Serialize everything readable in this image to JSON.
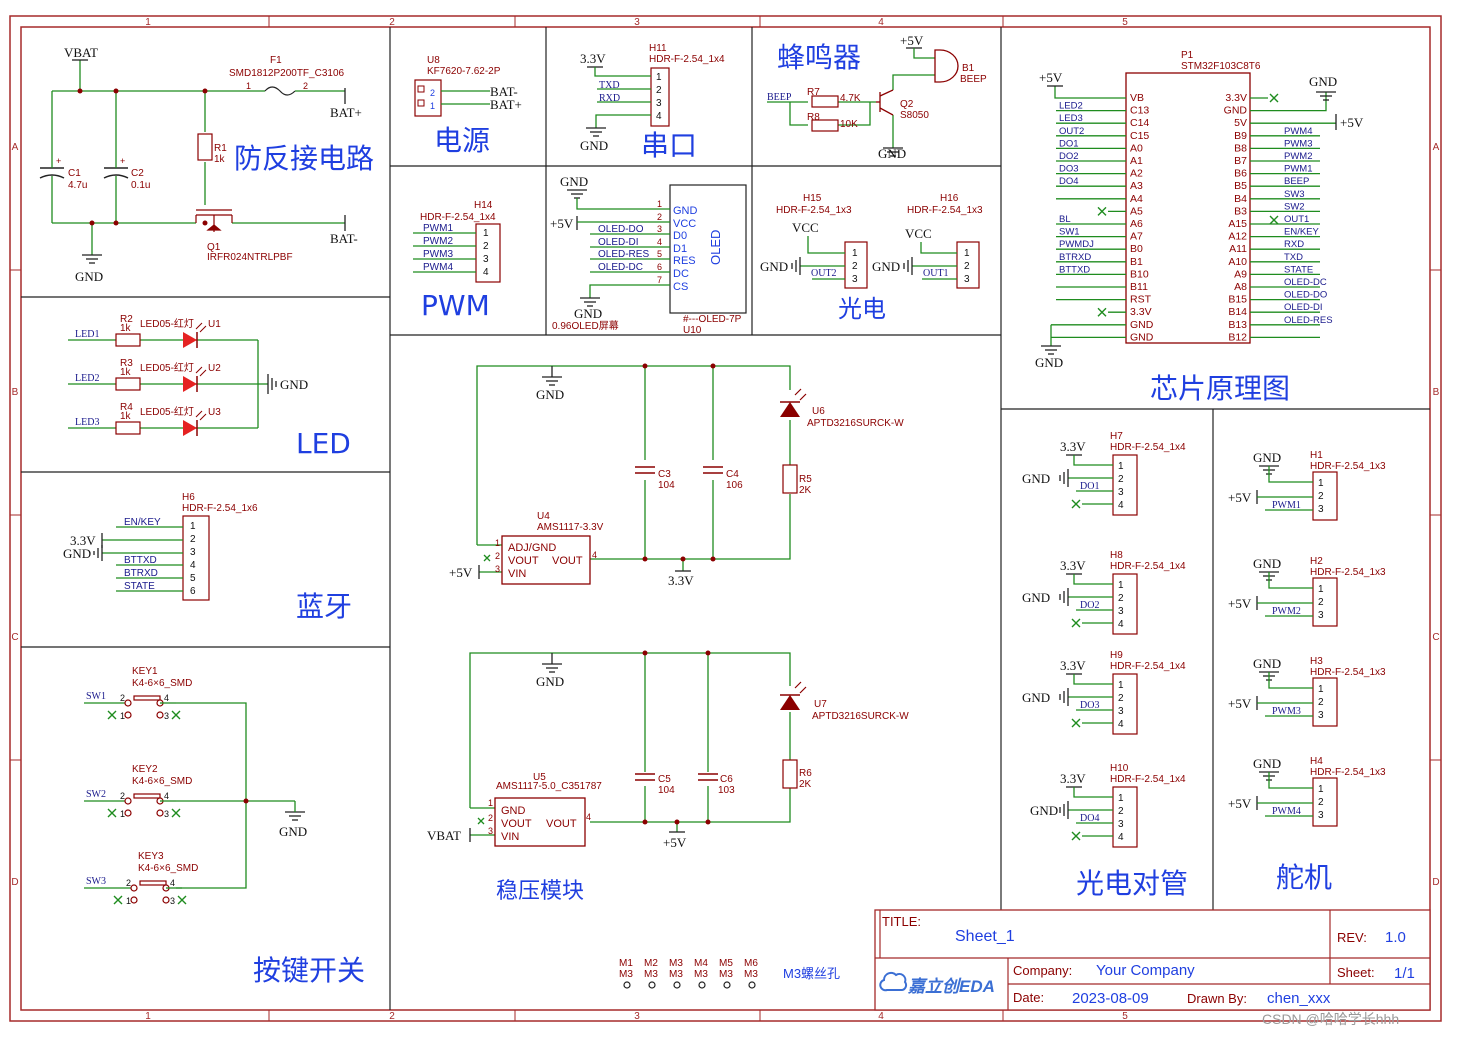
{
  "border": {
    "col_labels": [
      "1",
      "2",
      "3",
      "4",
      "5"
    ],
    "row_labels": [
      "A",
      "B",
      "C",
      "D"
    ]
  },
  "colors": {
    "frame": "#a52a2a",
    "wire": "#1f8c1f",
    "net": "#1f3fe0",
    "label": "#1a1a8c",
    "part": "#8b0000",
    "title": "#1f3fe0"
  },
  "blocks": {
    "anti_reverse": {
      "title": "防反接电路",
      "vbat": "VBAT",
      "gnd": "GND",
      "f1": {
        "ref": "F1",
        "value": "SMD1812P200TF_C3106",
        "pin1": "1",
        "pin2": "2"
      },
      "bat_plus": "BAT+",
      "bat_minus": "BAT-",
      "c1": {
        "ref": "C1",
        "value": "4.7u"
      },
      "c2": {
        "ref": "C2",
        "value": "0.1u"
      },
      "r1": {
        "ref": "R1",
        "value": "1k"
      },
      "q1": {
        "ref": "Q1",
        "value": "IRFR024NTRLPBF"
      }
    },
    "power": {
      "title": "电源",
      "ref": "U8",
      "value": "KF7620-7.62-2P",
      "pins": [
        "2",
        "1"
      ],
      "nets": [
        "BAT-",
        "BAT+"
      ]
    },
    "uart": {
      "title": "串口",
      "ref": "H11",
      "value": "HDR-F-2.54_1x4",
      "v33": "3.3V",
      "gnd": "GND",
      "nets": [
        "TXD",
        "RXD"
      ],
      "pins": [
        "1",
        "2",
        "3",
        "4"
      ]
    },
    "buzzer": {
      "title": "蜂鸣器",
      "v5": "+5V",
      "gnd": "GND",
      "b1": {
        "ref": "B1",
        "value": "BEEP"
      },
      "net": "BEEP",
      "r7": {
        "ref": "R7",
        "value": "4.7K"
      },
      "r8": {
        "ref": "R8",
        "value": "10K"
      },
      "q2": {
        "ref": "Q2",
        "value": "S8050"
      }
    },
    "pwm": {
      "title": "PWM",
      "ref": "H14",
      "value": "HDR-F-2.54_1x4",
      "nets": [
        "PWM1",
        "PWM2",
        "PWM3",
        "PWM4"
      ],
      "pins": [
        "1",
        "2",
        "3",
        "4"
      ]
    },
    "oled": {
      "gnd": "GND",
      "v5": "+5V",
      "nets": [
        "OLED-DO",
        "OLED-DI",
        "OLED-RES",
        "OLED-DC"
      ],
      "pins": [
        "1",
        "2",
        "3",
        "4",
        "5",
        "6",
        "7"
      ],
      "pin_names": [
        "GND",
        "VCC",
        "D0",
        "D1",
        "RES",
        "DC",
        "CS"
      ],
      "chip_label": "OLED",
      "caption": "0.96OLED屏幕",
      "ref2": "#---OLED-7P",
      "ref": "U10"
    },
    "photo": {
      "title": "光电",
      "h15": {
        "ref": "H15",
        "value": "HDR-F-2.54_1x3",
        "vcc": "VCC",
        "gnd": "GND",
        "net": "OUT2"
      },
      "h16": {
        "ref": "H16",
        "value": "HDR-F-2.54_1x3",
        "vcc": "VCC",
        "gnd": "GND",
        "net": "OUT1"
      },
      "pins": [
        "1",
        "2",
        "3"
      ]
    },
    "mcu": {
      "title": "芯片原理图",
      "ref": "P1",
      "value": "STM32F103C8T6",
      "v5": "+5V",
      "gnd": "GND",
      "gnd2": "GND",
      "v5r": "+5V",
      "left_nets": [
        "LED1",
        "LED2",
        "LED3",
        "OUT2",
        "DO1",
        "DO2",
        "DO3",
        "DO4",
        "",
        "RST",
        "BL",
        "SW1",
        "PWMDJ",
        "BTRXD",
        "BTTXD",
        "",
        "",
        "",
        ""
      ],
      "left_pins": [
        "VB",
        "C13",
        "C14",
        "C15",
        "A0",
        "A1",
        "A2",
        "A3",
        "A4",
        "A5",
        "A6",
        "A7",
        "B0",
        "B1",
        "B10",
        "B11",
        "RST",
        "3.3V",
        "GND",
        "GND"
      ],
      "right_pins": [
        "3.3V",
        "GND",
        "5V",
        "B9",
        "B8",
        "B7",
        "B6",
        "B5",
        "B4",
        "B3",
        "A15",
        "A12",
        "A11",
        "A10",
        "A9",
        "A8",
        "B15",
        "B14",
        "B13",
        "B12"
      ],
      "right_nets": [
        "",
        "",
        "",
        "PWM4",
        "PWM3",
        "PWM2",
        "PWM1",
        "BEEP",
        "SW3",
        "SW2",
        "OUT1",
        "EN/KEY",
        "RXD",
        "TXD",
        "STATE",
        "OLED-DC",
        "OLED-DO",
        "OLED-DI",
        "OLED-RES"
      ]
    },
    "led": {
      "title": "LED",
      "gnd": "GND",
      "rows": [
        {
          "net": "LED1",
          "r": "R2",
          "rv": "1k",
          "part": "LED05-红灯",
          "u": "U1"
        },
        {
          "net": "LED2",
          "r": "R3",
          "rv": "1k",
          "part": "LED05-红灯",
          "u": "U2"
        },
        {
          "net": "LED3",
          "r": "R4",
          "rv": "1k",
          "part": "LED05-红灯",
          "u": "U3"
        }
      ]
    },
    "bluetooth": {
      "title": "蓝牙",
      "ref": "H6",
      "value": "HDR-F-2.54_1x6",
      "v33": "3.3V",
      "gnd": "GND",
      "nets": [
        "EN/KEY",
        "BTTXD",
        "BTRXD",
        "STATE"
      ],
      "pins": [
        "1",
        "2",
        "3",
        "4",
        "5",
        "6"
      ]
    },
    "keys": {
      "title": "按键开关",
      "gnd": "GND",
      "rows": [
        {
          "net": "SW1",
          "ref": "KEY1",
          "value": "K4-6×6_SMD"
        },
        {
          "net": "SW2",
          "ref": "KEY2",
          "value": "K4-6×6_SMD"
        },
        {
          "net": "SW3",
          "ref": "KEY3",
          "value": "K4-6×6_SMD"
        }
      ],
      "pins": [
        "2",
        "4",
        "1",
        "3"
      ]
    },
    "regulator": {
      "title": "稳压模块",
      "u4": {
        "ref": "U4",
        "value": "AMS1117-3.3V",
        "gnd": "GND",
        "out": "3.3V",
        "in": "+5V",
        "pins": [
          "ADJ/GND",
          "VOUT",
          "VIN"
        ],
        "vout": "VOUT",
        "c3": {
          "ref": "C3",
          "value": "104"
        },
        "c4": {
          "ref": "C4",
          "value": "106"
        },
        "u6": {
          "ref": "U6",
          "value": "APTD3216SURCK-W"
        },
        "r5": {
          "ref": "R5",
          "value": "2K"
        }
      },
      "u5": {
        "ref": "U5",
        "value": "AMS1117-5.0_C351787",
        "gnd": "GND",
        "out": "+5V",
        "in": "VBAT",
        "pins": [
          "GND",
          "VOUT",
          "VIN"
        ],
        "vout": "VOUT",
        "c5": {
          "ref": "C5",
          "value": "104"
        },
        "c6": {
          "ref": "C6",
          "value": "103"
        },
        "u7": {
          "ref": "U7",
          "value": "APTD3216SURCK-W"
        },
        "r6": {
          "ref": "R6",
          "value": "2K"
        }
      }
    },
    "mounts": {
      "label": "M3螺丝孔",
      "refs": [
        "M1",
        "M2",
        "M3",
        "M4",
        "M5",
        "M6"
      ],
      "value": "M3"
    },
    "photo_pairs": {
      "title": "光电对管",
      "rows": [
        {
          "ref": "H7",
          "value": "HDR-F-2.54_1x4",
          "net": "DO1"
        },
        {
          "ref": "H8",
          "value": "HDR-F-2.54_1x4",
          "net": "DO2"
        },
        {
          "ref": "H9",
          "value": "HDR-F-2.54_1x4",
          "net": "DO3"
        },
        {
          "ref": "H10",
          "value": "HDR-F-2.54_1x4",
          "net": "DO4"
        }
      ],
      "v33": "3.3V",
      "gnd": "GND",
      "pins": [
        "1",
        "2",
        "3",
        "4"
      ]
    },
    "servo": {
      "title": "舵机",
      "rows": [
        {
          "ref": "H1",
          "value": "HDR-F-2.54_1x3",
          "net": "PWM1"
        },
        {
          "ref": "H2",
          "value": "HDR-F-2.54_1x3",
          "net": "PWM2"
        },
        {
          "ref": "H3",
          "value": "HDR-F-2.54_1x3",
          "net": "PWM3"
        },
        {
          "ref": "H4",
          "value": "HDR-F-2.54_1x3",
          "net": "PWM4"
        }
      ],
      "gnd": "GND",
      "v5": "+5V",
      "pins": [
        "1",
        "2",
        "3"
      ]
    }
  },
  "title_block": {
    "title_label": "TITLE:",
    "title": "Sheet_1",
    "rev_label": "REV:",
    "rev": "1.0",
    "company_label": "Company:",
    "company": "Your Company",
    "sheet_label": "Sheet:",
    "sheet": "1/1",
    "date_label": "Date:",
    "date": "2023-08-09",
    "drawn_label": "Drawn By:",
    "drawn": "chen_xxx",
    "logo": "嘉立创EDA"
  },
  "watermark": "CSDN @哈哈学长hhh"
}
